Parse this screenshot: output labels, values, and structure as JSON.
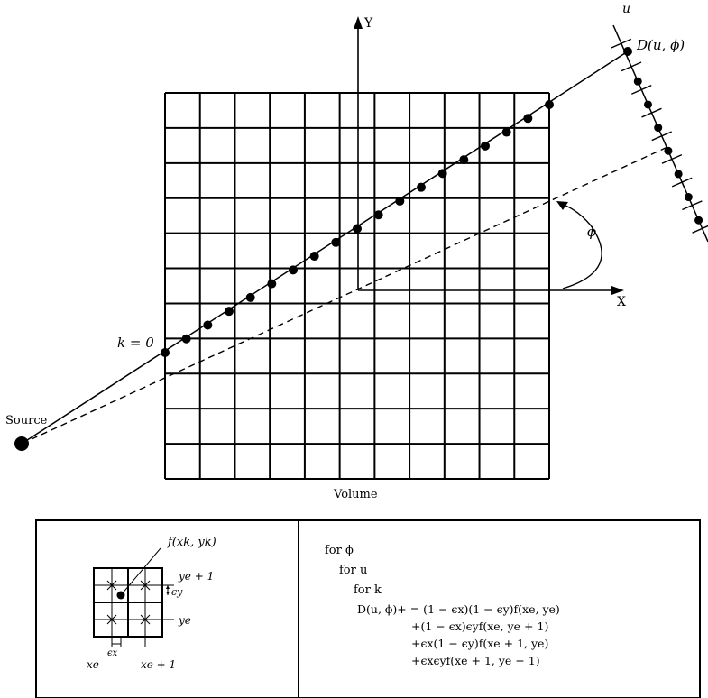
{
  "labels": {
    "y_axis": "Y",
    "x_axis": "X",
    "source": "Source",
    "volume": "Volume",
    "k0": "k = 0",
    "detector_axis": "u",
    "detector_point": "D(u, ϕ)",
    "angle": "ϕ"
  },
  "inset": {
    "f_label": "f(xk, yk)",
    "ye_plus_1": "ye + 1",
    "eps_y": "ϵy",
    "ye": "ye",
    "eps_x": "ϵx",
    "xe": "xe",
    "xe_plus_1": "xe + 1"
  },
  "algorithm": {
    "line1": "for ϕ",
    "line2": "for u",
    "line3": "for k",
    "line4": "D(u, ϕ)+ = (1 − ϵx)(1 − ϵy)f(xe, ye)",
    "line5": "+(1 − ϵx)ϵyf(xe, ye + 1)",
    "line6": "+ϵx(1 − ϵy)f(xe + 1, ye)",
    "line7": "+ϵxϵyf(xe + 1, ye + 1)"
  },
  "ray_sample_count": 19,
  "detector_sample_count": 7
}
